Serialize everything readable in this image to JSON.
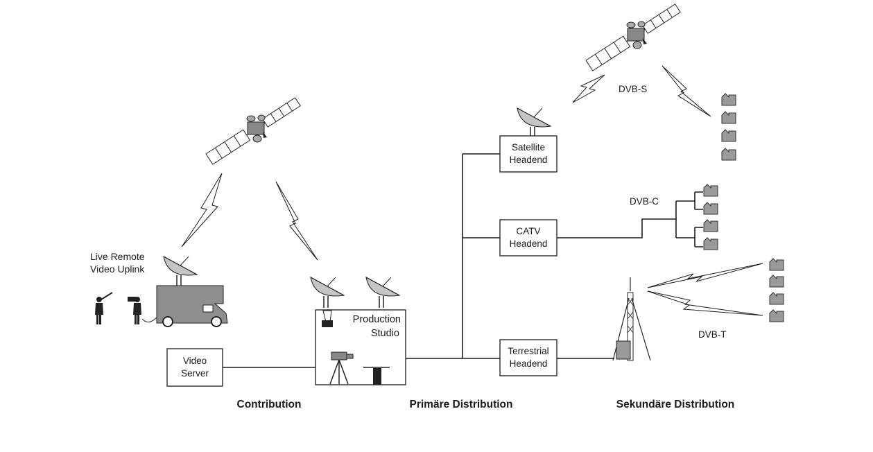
{
  "contribution": {
    "uplink_label_line1": "Live Remote",
    "uplink_label_line2": "Video Uplink",
    "video_server_line1": "Video",
    "video_server_line2": "Server",
    "studio_line1": "Production",
    "studio_line2": "Studio"
  },
  "primary": {
    "satellite_headend_line1": "Satellite",
    "satellite_headend_line2": "Headend",
    "catv_headend_line1": "CATV",
    "catv_headend_line2": "Headend",
    "terrestrial_headend_line1": "Terrestrial",
    "terrestrial_headend_line2": "Headend"
  },
  "secondary": {
    "dvb_s": "DVB-S",
    "dvb_c": "DVB-C",
    "dvb_t": "DVB-T"
  },
  "sections": {
    "contribution": "Contribution",
    "primary": "Primäre Distribution",
    "secondary": "Sekundäre Distribution"
  }
}
